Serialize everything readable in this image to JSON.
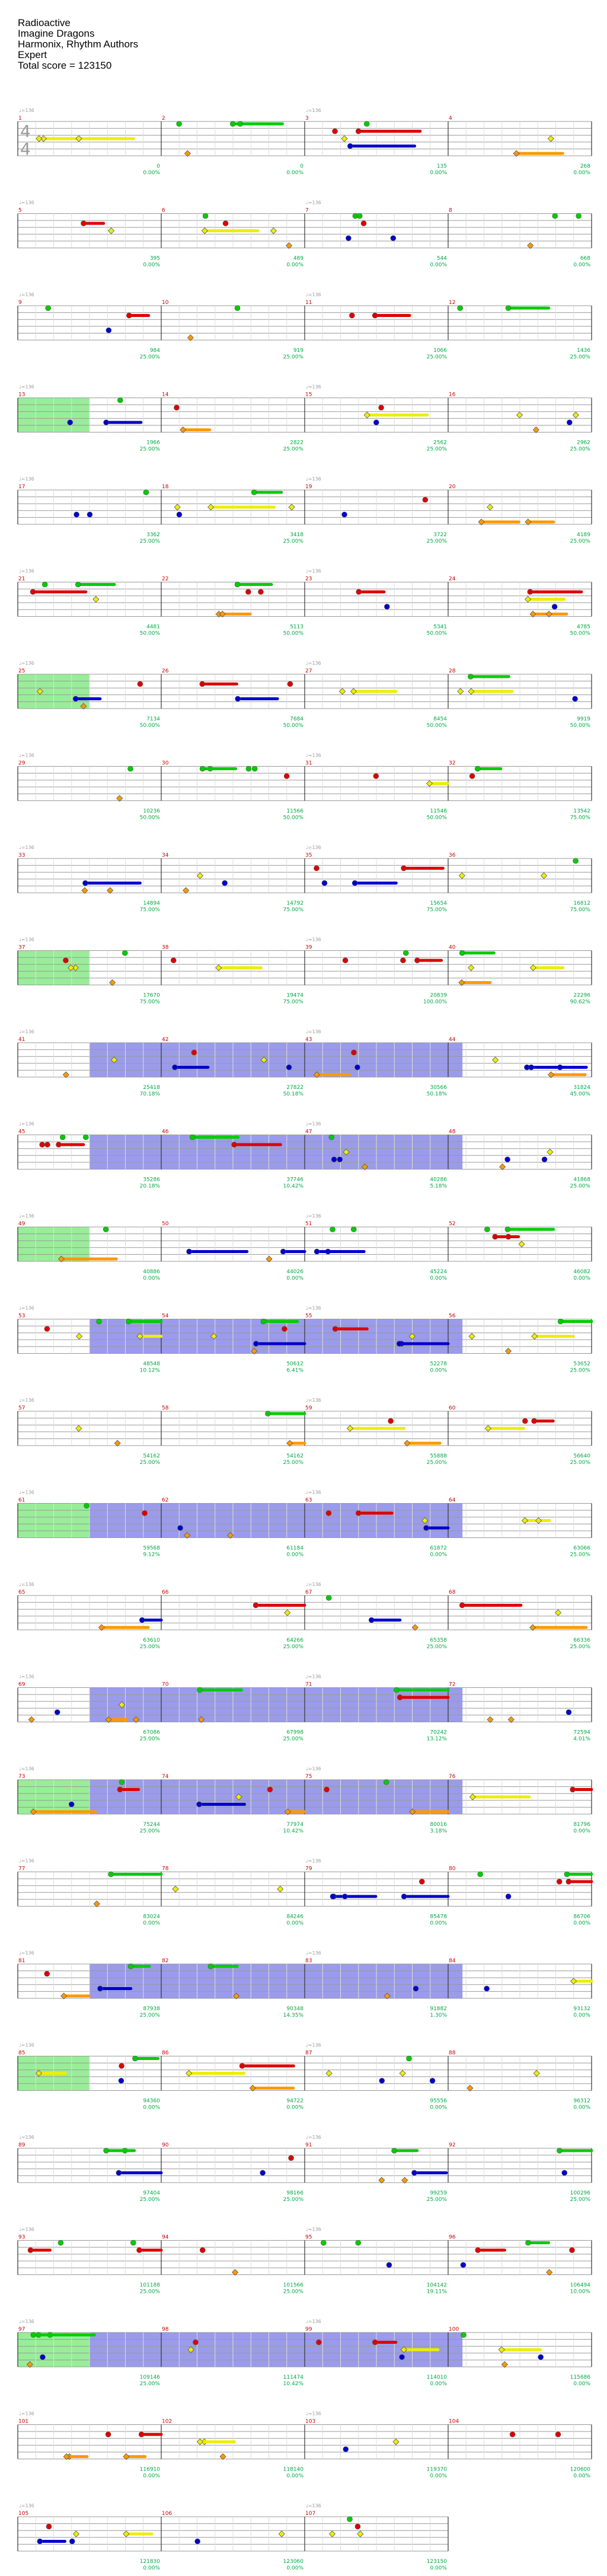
{
  "song": {
    "title": "Radioactive",
    "artist": "Imagine Dragons",
    "charter": "Harmonix, Rhythm Authors",
    "difficulty": "Expert",
    "total_score_label": "Total score = 123150"
  },
  "colors": {
    "green": "#00cc00",
    "red": "#dd0000",
    "yellow": "#eeee00",
    "blue": "#0000cc",
    "orange": "#ff9900",
    "overdrive_green": "#7fe87f",
    "star_power_blue": "#8a8ae8",
    "combined": "#5f9ab4",
    "score_text": "#00aa44",
    "measure_number": "#cc0000",
    "bpm_text": "#999999",
    "staff_line": "#999999"
  },
  "chart_data": {
    "type": "table",
    "description_source": "guitar-hero style note chart, 4 measures per row",
    "time_signature_label": [
      "4",
      "4"
    ],
    "bpm_marker": "♩=136",
    "rows": [
      {
        "measures": [
          "1",
          "2",
          "3",
          "4"
        ],
        "scores": [
          [
            "0",
            "0.00%"
          ],
          [
            "0",
            "0.00%"
          ],
          [
            "135",
            "0.00%"
          ],
          [
            "268",
            "0.00%"
          ]
        ]
      },
      {
        "measures": [
          "5",
          "6",
          "7",
          "8"
        ],
        "scores": [
          [
            "395",
            "0.00%"
          ],
          [
            "489",
            "0.00%"
          ],
          [
            "544",
            "0.00%"
          ],
          [
            "668",
            "0.00%"
          ]
        ]
      },
      {
        "measures": [
          "9",
          "10",
          "11",
          "12"
        ],
        "scores": [
          [
            "984",
            "25.00%"
          ],
          [
            "919",
            "25.00%"
          ],
          [
            "1066",
            "25.00%"
          ],
          [
            "1436",
            "25.00%"
          ]
        ]
      },
      {
        "measures": [
          "13",
          "14",
          "15",
          "16"
        ],
        "scores": [
          [
            "1966",
            "25.00%"
          ],
          [
            "2822",
            "25.00%"
          ],
          [
            "2562",
            "25.00%"
          ],
          [
            "2962",
            "25.00%"
          ]
        ]
      },
      {
        "measures": [
          "17",
          "18",
          "19",
          "20"
        ],
        "scores": [
          [
            "3362",
            "25.00%"
          ],
          [
            "3418",
            "25.00%"
          ],
          [
            "3722",
            "25.00%"
          ],
          [
            "4189",
            "25.00%"
          ]
        ]
      },
      {
        "measures": [
          "21",
          "22",
          "23",
          "24"
        ],
        "scores": [
          [
            "4481",
            "50.00%"
          ],
          [
            "5113",
            "50.00%"
          ],
          [
            "5341",
            "50.00%"
          ],
          [
            "4785",
            "50.00%"
          ]
        ]
      },
      {
        "measures": [
          "25",
          "26",
          "27",
          "28"
        ],
        "scores": [
          [
            "7134",
            "50.00%"
          ],
          [
            "7684",
            "50.00%"
          ],
          [
            "8454",
            "50.00%"
          ],
          [
            "9919",
            "50.00%"
          ]
        ]
      },
      {
        "measures": [
          "29",
          "30",
          "31",
          "32"
        ],
        "scores": [
          [
            "10236",
            "50.00%"
          ],
          [
            "11566",
            "50.00%"
          ],
          [
            "11548",
            "50.00%"
          ],
          [
            "13542",
            "75.00%"
          ]
        ]
      },
      {
        "measures": [
          "33",
          "34",
          "35",
          "36"
        ],
        "scores": [
          [
            "14894",
            "75.00%"
          ],
          [
            "14792",
            "75.00%"
          ],
          [
            "15654",
            "75.00%"
          ],
          [
            "16812",
            "75.00%"
          ]
        ]
      },
      {
        "measures": [
          "37",
          "38",
          "39",
          "40"
        ],
        "scores": [
          [
            "17670",
            "75.00%"
          ],
          [
            "19474",
            "75.00%"
          ],
          [
            "20839",
            "100.00%"
          ],
          [
            "22296",
            "90.62%"
          ]
        ]
      },
      {
        "measures": [
          "41",
          "42",
          "43",
          "44"
        ],
        "scores": [
          [
            "25418",
            "70.18%"
          ],
          [
            "27822",
            "50.18%"
          ],
          [
            "30566",
            "50.18%"
          ],
          [
            "31824",
            "45.00%"
          ]
        ]
      },
      {
        "measures": [
          "45",
          "46",
          "47",
          "48"
        ],
        "scores": [
          [
            "35286",
            "20.18%"
          ],
          [
            "37746",
            "10.42%"
          ],
          [
            "40286",
            "5.18%"
          ],
          [
            "41868",
            "25.00%"
          ]
        ]
      },
      {
        "measures": [
          "49",
          "50",
          "51",
          "52"
        ],
        "scores": [
          [
            "40886",
            "0.00%"
          ],
          [
            "44026",
            "0.00%"
          ],
          [
            "45224",
            "0.00%"
          ],
          [
            "46082",
            "0.00%"
          ]
        ]
      },
      {
        "measures": [
          "53",
          "54",
          "55",
          "56"
        ],
        "scores": [
          [
            "48548",
            "10.12%"
          ],
          [
            "50612",
            "6.41%"
          ],
          [
            "52278",
            "0.00%"
          ],
          [
            "53652",
            "25.00%"
          ]
        ]
      },
      {
        "measures": [
          "57",
          "58",
          "59",
          "60"
        ],
        "scores": [
          [
            "54162",
            "25.00%"
          ],
          [
            "54162",
            "25.00%"
          ],
          [
            "55888",
            "25.00%"
          ],
          [
            "56640",
            "25.00%"
          ]
        ]
      },
      {
        "measures": [
          "61",
          "62",
          "63",
          "64"
        ],
        "scores": [
          [
            "59568",
            "9.12%"
          ],
          [
            "61184",
            "0.00%"
          ],
          [
            "61872",
            "0.00%"
          ],
          [
            "63066",
            "25.00%"
          ]
        ]
      },
      {
        "measures": [
          "65",
          "66",
          "67",
          "68"
        ],
        "scores": [
          [
            "63610",
            "25.00%"
          ],
          [
            "64266",
            "25.00%"
          ],
          [
            "65358",
            "25.00%"
          ],
          [
            "66336",
            "25.00%"
          ]
        ]
      },
      {
        "measures": [
          "69",
          "70",
          "71",
          "72"
        ],
        "scores": [
          [
            "67086",
            "25.00%"
          ],
          [
            "67998",
            "25.00%"
          ],
          [
            "70242",
            "13.12%"
          ],
          [
            "72594",
            "4.01%"
          ]
        ]
      },
      {
        "measures": [
          "73",
          "74",
          "75",
          "76"
        ],
        "scores": [
          [
            "75244",
            "25.00%"
          ],
          [
            "77974",
            "10.42%"
          ],
          [
            "80016",
            "3.18%"
          ],
          [
            "81796",
            "0.00%"
          ]
        ]
      },
      {
        "measures": [
          "77",
          "78",
          "79",
          "80"
        ],
        "scores": [
          [
            "83024",
            "0.00%"
          ],
          [
            "84246",
            "0.00%"
          ],
          [
            "85478",
            "0.00%"
          ],
          [
            "86706",
            "0.00%"
          ]
        ]
      },
      {
        "measures": [
          "81",
          "82",
          "83",
          "84"
        ],
        "scores": [
          [
            "87938",
            "25.00%"
          ],
          [
            "90348",
            "14.35%"
          ],
          [
            "91882",
            "1.30%"
          ],
          [
            "93132",
            "0.00%"
          ]
        ]
      },
      {
        "measures": [
          "85",
          "86",
          "87",
          "88"
        ],
        "scores": [
          [
            "94360",
            "0.00%"
          ],
          [
            "94722",
            "0.00%"
          ],
          [
            "95556",
            "0.00%"
          ],
          [
            "96312",
            "0.00%"
          ]
        ]
      },
      {
        "measures": [
          "89",
          "90",
          "91",
          "92"
        ],
        "scores": [
          [
            "97404",
            "25.00%"
          ],
          [
            "98166",
            "25.00%"
          ],
          [
            "99259",
            "25.00%"
          ],
          [
            "100296",
            "25.00%"
          ]
        ]
      },
      {
        "measures": [
          "93",
          "94",
          "95",
          "96"
        ],
        "scores": [
          [
            "101188",
            "25.00%"
          ],
          [
            "101566",
            "25.00%"
          ],
          [
            "104142",
            "19.11%"
          ],
          [
            "106494",
            "10.00%"
          ]
        ]
      },
      {
        "measures": [
          "97",
          "98",
          "99",
          "100"
        ],
        "scores": [
          [
            "109146",
            "25.00%"
          ],
          [
            "111474",
            "10.42%"
          ],
          [
            "114010",
            "0.00%"
          ],
          [
            "115686",
            "0.00%"
          ]
        ]
      },
      {
        "measures": [
          "101",
          "102",
          "103",
          "104"
        ],
        "scores": [
          [
            "116910",
            "0.00%"
          ],
          [
            "118140",
            "0.00%"
          ],
          [
            "119370",
            "0.00%"
          ],
          [
            "120600",
            "0.00%"
          ]
        ]
      },
      {
        "measures": [
          "105",
          "106",
          "107"
        ],
        "scores": [
          [
            "121830",
            "0.00%"
          ],
          [
            "123060",
            "0.00%"
          ],
          [
            "123150",
            "0.00%"
          ]
        ]
      }
    ]
  }
}
